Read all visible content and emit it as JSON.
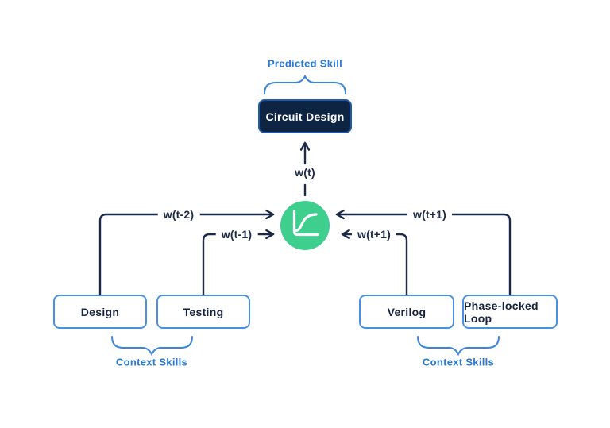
{
  "diagram": {
    "title_hint": "skip-gram style skill prediction diagram",
    "predicted": {
      "brace_label": "Predicted Skill",
      "node_label": "Circuit Design"
    },
    "center": {
      "weight_label": "w(t)",
      "icon": "sigmoid-curve-icon"
    },
    "edges": {
      "left": [
        {
          "label": "w(t-2)"
        },
        {
          "label": "w(t-1)"
        }
      ],
      "right": [
        {
          "label": "w(t+1)"
        },
        {
          "label": "w(t+1)"
        }
      ]
    },
    "context_left": {
      "nodes": [
        "Design",
        "Testing"
      ],
      "brace_label": "Context Skills"
    },
    "context_right": {
      "nodes": [
        "Verilog",
        "Phase-locked Loop"
      ],
      "brace_label": "Context Skills"
    },
    "colors": {
      "navy_line": "#1b2a48",
      "dark_node_fill": "#0d2443",
      "dark_node_border": "#1e5aa8",
      "light_node_border": "#4a90e2",
      "blue_label": "#2778d8",
      "brace_blue": "#3c85dc",
      "green_circle": "#3ecf8e",
      "icon_white": "#ffffff"
    }
  }
}
